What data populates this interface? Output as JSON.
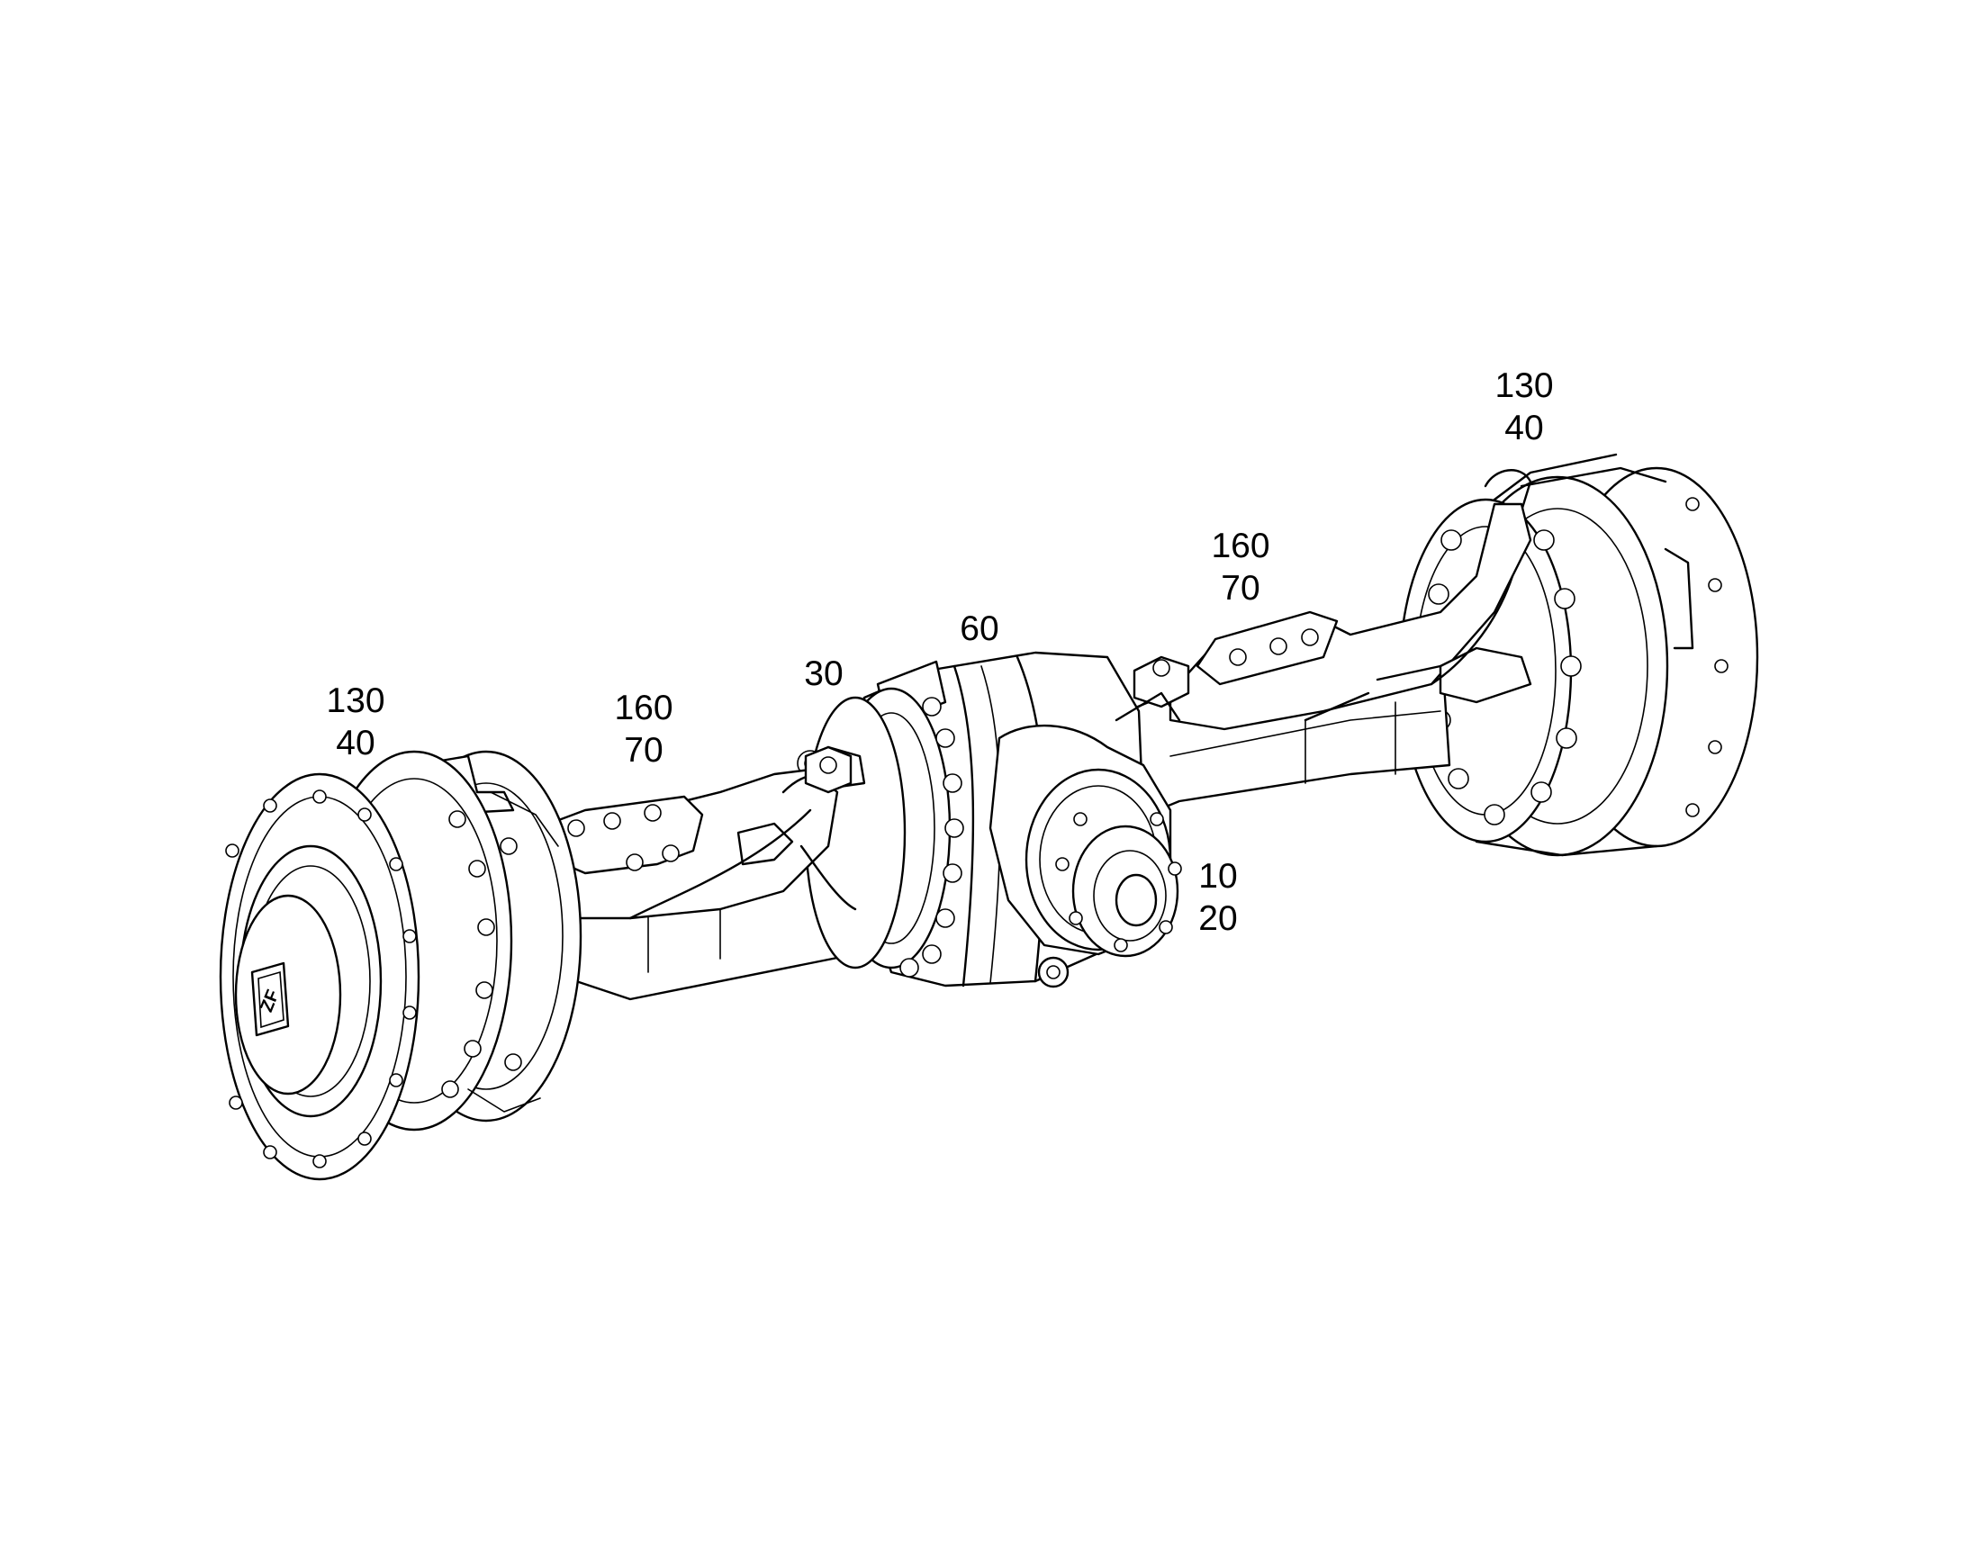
{
  "callouts": {
    "left_hub": {
      "line1": "130",
      "line2": "40"
    },
    "left_arm": {
      "line1": "160",
      "line2": "70"
    },
    "flange": {
      "line1": "30"
    },
    "center_housing": {
      "line1": "60"
    },
    "right_arm": {
      "line1": "160",
      "line2": "70"
    },
    "right_hub": {
      "line1": "130",
      "line2": "40"
    },
    "input_flange": {
      "line1": "10",
      "line2": "20"
    }
  },
  "logo_text": "ZF"
}
